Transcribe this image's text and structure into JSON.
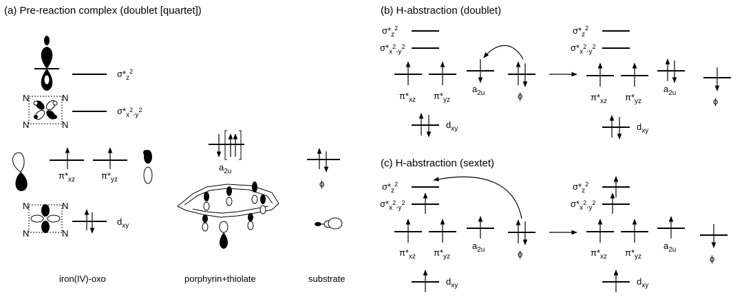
{
  "titles": {
    "a": "(a) Pre-reaction complex (doublet [quartet])",
    "b": "(b) H-abstraction (doublet)",
    "c": "(c) H-abstraction (sextet)"
  },
  "bottom_labels": {
    "iron": "iron(IV)-oxo",
    "porphyrin": "porphyrin+thiolate",
    "substrate": "substrate"
  },
  "orbitals": {
    "sigma_z2": {
      "main": "σ*",
      "sub": "z",
      "sup": "2"
    },
    "sigma_x2y2": {
      "main": "σ*",
      "sub": "x",
      "sup1": "2",
      "dash": "-y",
      "sup2": "2"
    },
    "pi_xz": {
      "main": "π*",
      "sub": "xz"
    },
    "pi_yz": {
      "main": "π*",
      "sub": "yz"
    },
    "dxy": {
      "main": "d",
      "sub": "xy"
    },
    "a2u": {
      "main": "a",
      "sub": "2u"
    },
    "phi": "ϕ"
  },
  "atoms": {
    "N": "N"
  }
}
